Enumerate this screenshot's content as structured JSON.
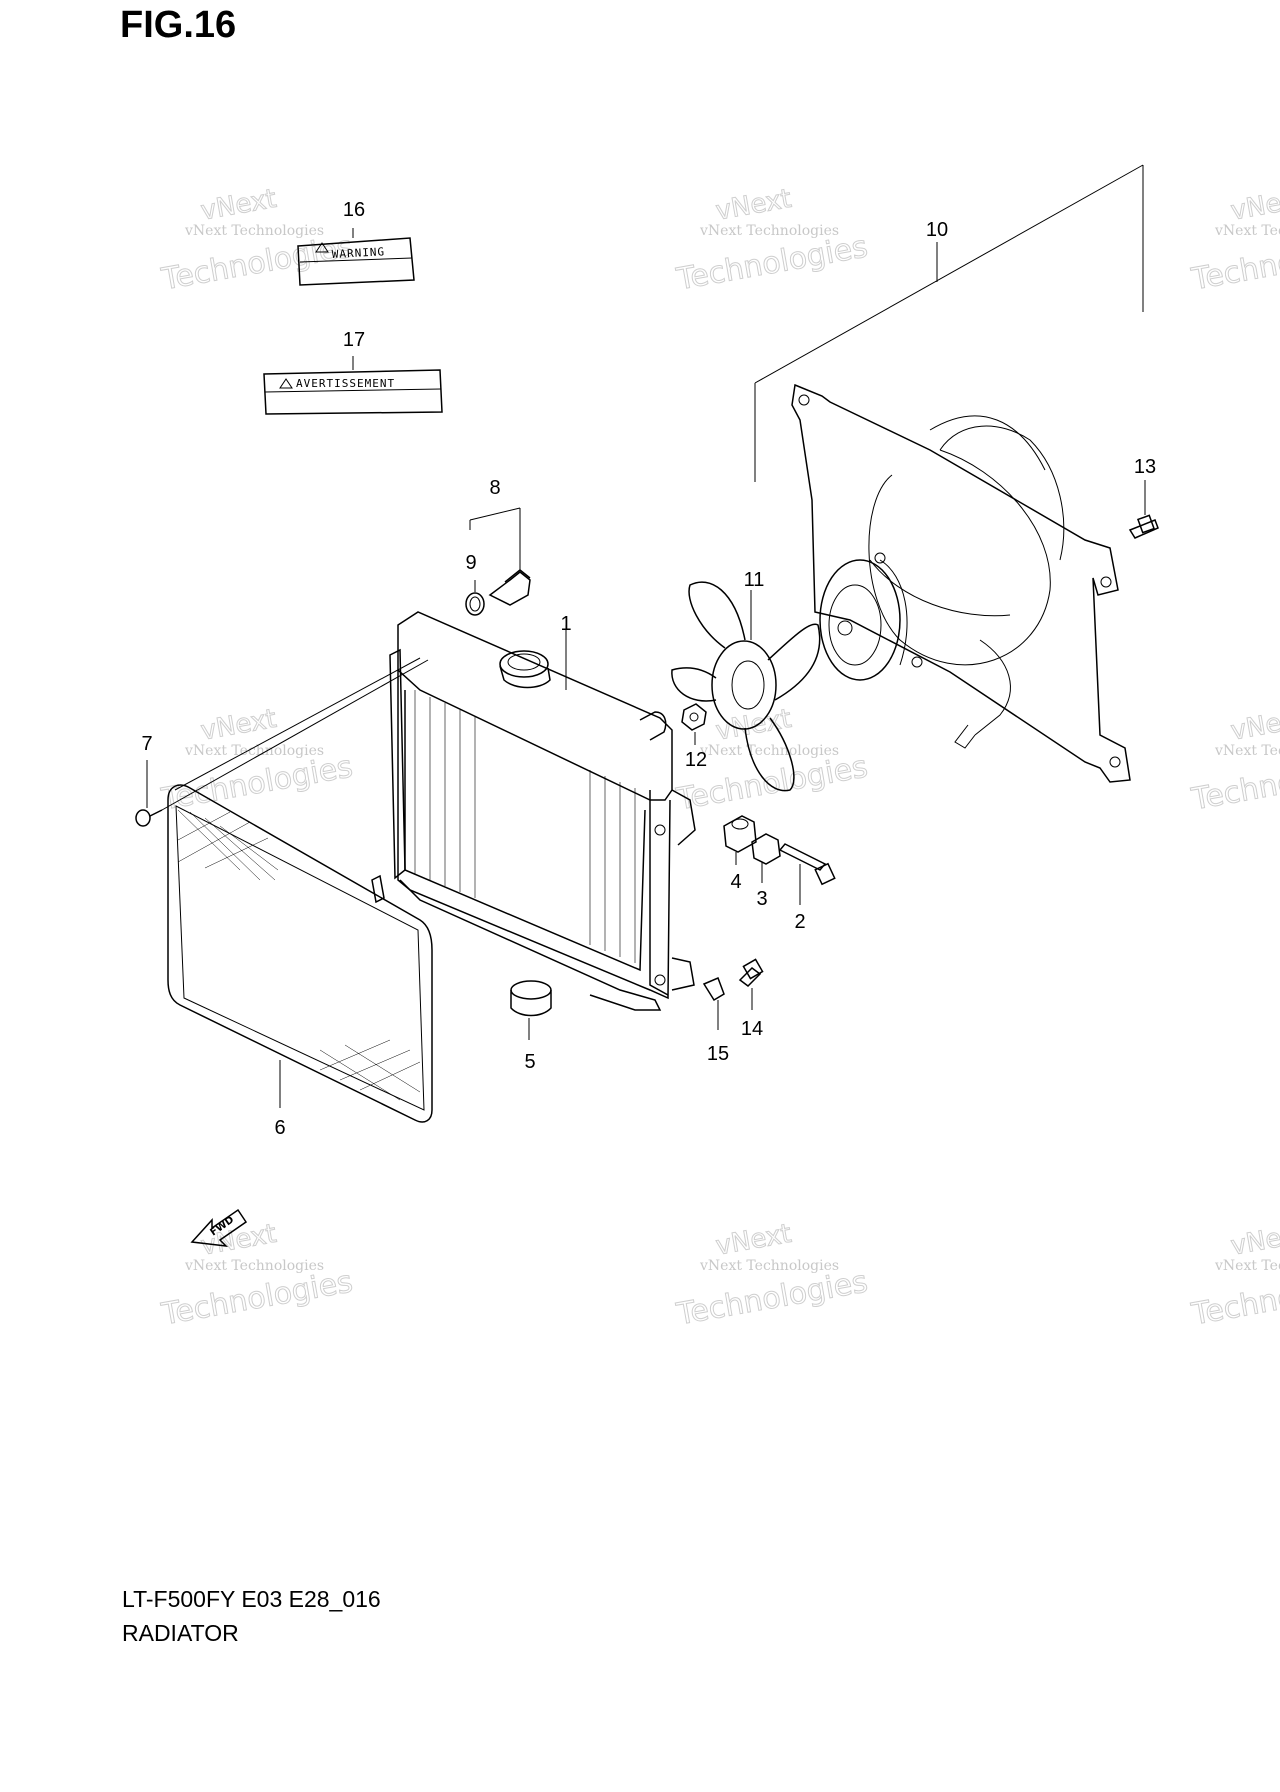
{
  "header": {
    "figure_label": "FIG.16"
  },
  "footer": {
    "model_code": "LT-F500FY E03 E28_016",
    "section_name": "RADIATOR"
  },
  "callouts": [
    "1",
    "2",
    "3",
    "4",
    "5",
    "6",
    "7",
    "8",
    "9",
    "10",
    "11",
    "12",
    "13",
    "14",
    "15",
    "16",
    "17"
  ],
  "labels": {
    "warning_label": "WARNING",
    "caution_label": "AVERTISSEMENT",
    "fwd_arrow": "FWD"
  },
  "watermark": {
    "line1": "vNext Technologies",
    "line2": "vNext",
    "line3": "Technologies"
  }
}
